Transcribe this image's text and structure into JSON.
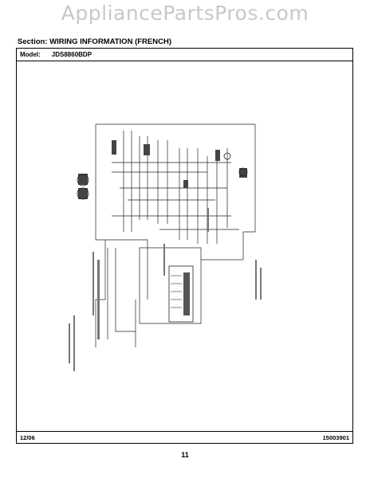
{
  "watermark": "AppliancePartsPros.com",
  "section": {
    "label": "Section:",
    "title": "WIRING INFORMATION (FRENCH)"
  },
  "model": {
    "label": "Model:",
    "value": "JDS8860BDP"
  },
  "footer": {
    "date": "12/06",
    "part_number": "15003901",
    "page_number": "11"
  },
  "diagram": {
    "kind": "wiring-schematic",
    "orientation": "rotated-90"
  },
  "colors": {
    "watermark": "#c8c8c8",
    "ink": "#000000"
  }
}
